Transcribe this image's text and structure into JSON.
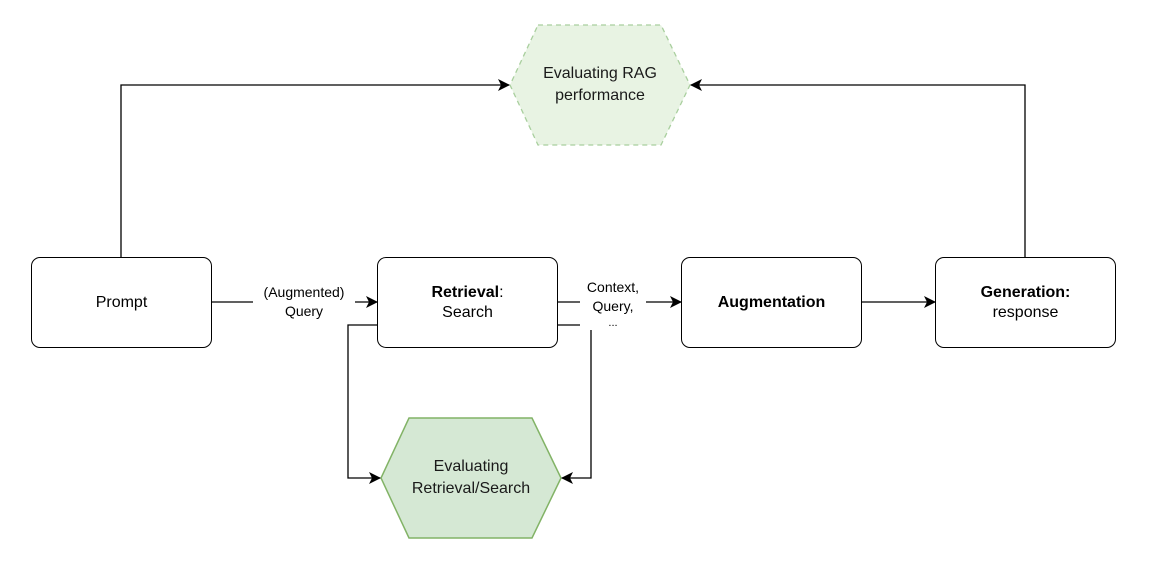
{
  "nodes": {
    "prompt": {
      "label": "Prompt"
    },
    "retrieval": {
      "title": "Retrieval",
      "title_suffix": ":",
      "subtitle": "Search"
    },
    "augmentation": {
      "title": "Augmentation"
    },
    "generation": {
      "title": "Generation:",
      "subtitle": "response"
    },
    "eval_rag": {
      "line1": "Evaluating RAG",
      "line2": "performance"
    },
    "eval_retrieval": {
      "line1": "Evaluating",
      "line2": "Retrieval/Search"
    }
  },
  "edges": {
    "query_label": {
      "line1": "(Augmented)",
      "line2": "Query"
    },
    "context_label": {
      "line1": "Context,",
      "line2": "Query,",
      "line3": "..."
    }
  },
  "colors": {
    "hex_fill": "#e8f3e3",
    "hex_stroke_faded": "#a9cf9e",
    "hex_fill_strong": "#d5e8d4",
    "hex_stroke_strong": "#82b366",
    "line": "#000000"
  }
}
